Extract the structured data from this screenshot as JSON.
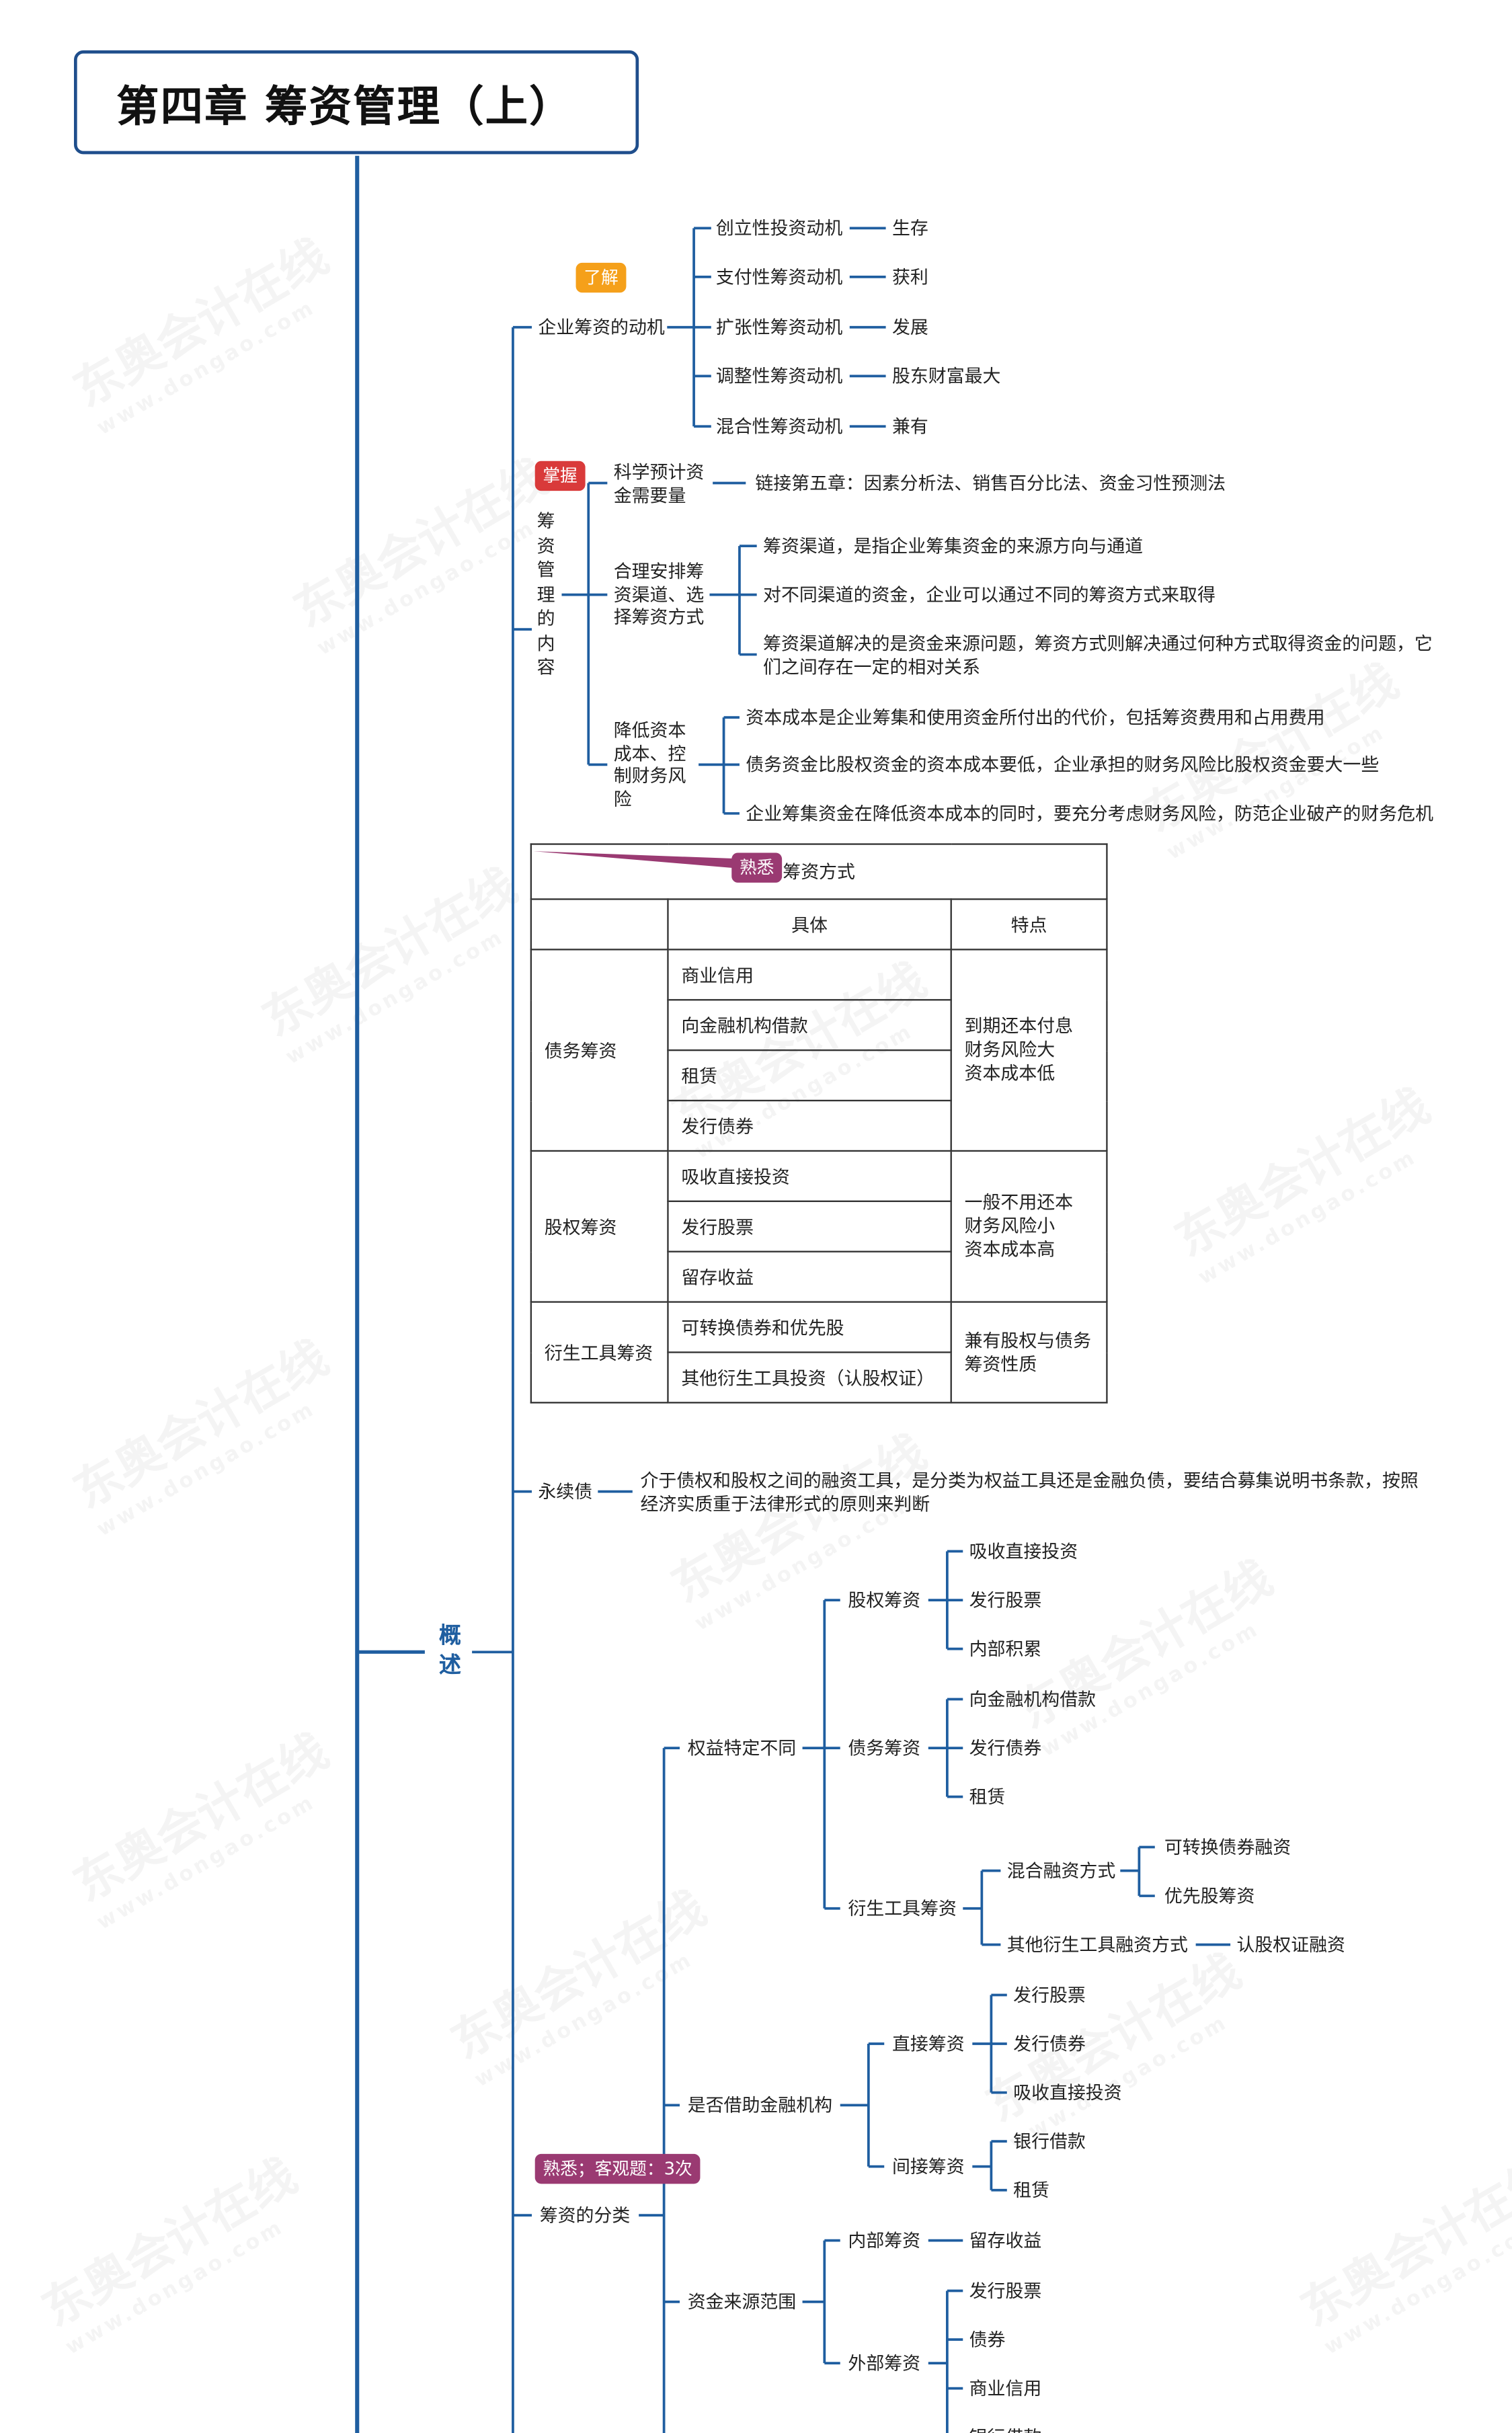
{
  "title": "第四章 筹资管理（上）",
  "root": "概述",
  "watermark": {
    "text": "东奥会计在线",
    "url": "www.dongao.com"
  },
  "colors": {
    "line": "#1f5ea0",
    "badge_orange": "#f5a01a",
    "badge_red": "#d93a3a",
    "badge_purple": "#9a3a72"
  },
  "motivation": {
    "badge": "了解",
    "label": "企业筹资的动机",
    "items": [
      {
        "name": "创立性投资动机",
        "goal": "生存"
      },
      {
        "name": "支付性筹资动机",
        "goal": "获利"
      },
      {
        "name": "扩张性筹资动机",
        "goal": "发展"
      },
      {
        "name": "调整性筹资动机",
        "goal": "股东财富最大"
      },
      {
        "name": "混合性筹资动机",
        "goal": "兼有"
      }
    ]
  },
  "content": {
    "badge": "掌握",
    "label": "筹资管理的内容",
    "n1": {
      "label": "科学预计资金需要量",
      "detail": "链接第五章：因素分析法、销售百分比法、资金习性预测法"
    },
    "n2": {
      "label": "合理安排筹资渠道、选择筹资方式",
      "details": [
        "筹资渠道，是指企业筹集资金的来源方向与通道",
        "对不同渠道的资金，企业可以通过不同的筹资方式来取得",
        "筹资渠道解决的是资金来源问题，筹资方式则解决通过何种方式取得资金的问题，它们之间存在一定的相对关系"
      ]
    },
    "n3": {
      "label": "降低资本成本、控制财务风险",
      "details": [
        "资本成本是企业筹集和使用资金所付出的代价，包括筹资费用和占用费用",
        "债务资金比股权资金的资本成本要低，企业承担的财务风险比股权资金要大一些",
        "企业筹集资金在降低资本成本的同时，要充分考虑财务风险，防范企业破产的财务危机"
      ]
    }
  },
  "table": {
    "badge": "熟悉",
    "caption": "筹资方式",
    "headers": [
      "具体",
      "特点"
    ],
    "groups": [
      {
        "name": "债务筹资",
        "items": [
          "商业信用",
          "向金融机构借款",
          "租赁",
          "发行债券"
        ],
        "trait": "到期还本付息\n财务风险大\n资本成本低"
      },
      {
        "name": "股权筹资",
        "items": [
          "吸收直接投资",
          "发行股票",
          "留存收益"
        ],
        "trait": "一般不用还本\n财务风险小\n资本成本高"
      },
      {
        "name": "衍生工具筹资",
        "items": [
          "可转换债券和优先股",
          "其他衍生工具投资（认股权证）"
        ],
        "trait": "兼有股权与债务筹资性质"
      }
    ]
  },
  "perpetual": {
    "label": "永续债",
    "detail": "介于债权和股权之间的融资工具，是分类为权益工具还是金融负债，要结合募集说明书条款，按照经济实质重于法律形式的原则来判断"
  },
  "classification": {
    "badge": "熟悉；客观题：3次",
    "label": "筹资的分类",
    "equity": {
      "label": "权益特定不同",
      "stock": {
        "label": "股权筹资",
        "items": [
          "吸收直接投资",
          "发行股票",
          "内部积累"
        ]
      },
      "debt": {
        "label": "债务筹资",
        "items": [
          "向金融机构借款",
          "发行债券",
          "租赁"
        ]
      },
      "deriv": {
        "label": "衍生工具筹资",
        "mixed": {
          "label": "混合融资方式",
          "items": [
            "可转换债券融资",
            "优先股筹资"
          ]
        },
        "other": {
          "label": "其他衍生工具融资方式",
          "item": "认股权证融资"
        }
      }
    },
    "fin": {
      "label": "是否借助金融机构",
      "direct": {
        "label": "直接筹资",
        "items": [
          "发行股票",
          "发行债券",
          "吸收直接投资"
        ]
      },
      "indirect": {
        "label": "间接筹资",
        "items": [
          "银行借款",
          "租赁"
        ]
      }
    },
    "source": {
      "label": "资金来源范围",
      "internal": {
        "label": "内部筹资",
        "item": "留存收益"
      },
      "external": {
        "label": "外部筹资",
        "items": [
          "发行股票",
          "债券",
          "商业信用",
          "银行借款"
        ]
      }
    }
  }
}
